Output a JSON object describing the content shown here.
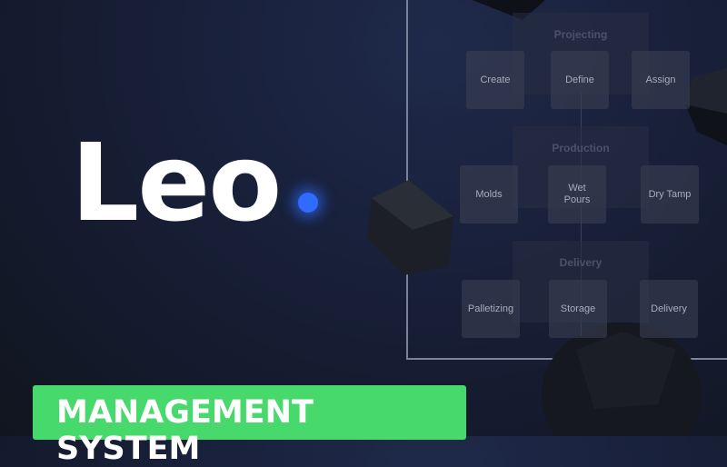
{
  "title": "Leo",
  "badge": "MANAGEMENT SYSTEM",
  "accent_color": "#48d96d",
  "dot_color": "#2f6bff",
  "workflow": [
    {
      "group": "Projecting",
      "steps": [
        "Create",
        "Define",
        "Assign"
      ]
    },
    {
      "group": "Production",
      "steps": [
        "Molds",
        "Wet Pours",
        "Dry Tamp"
      ]
    },
    {
      "group": "Delivery",
      "steps": [
        "Palletizing",
        "Storage",
        "Delivery"
      ]
    }
  ]
}
